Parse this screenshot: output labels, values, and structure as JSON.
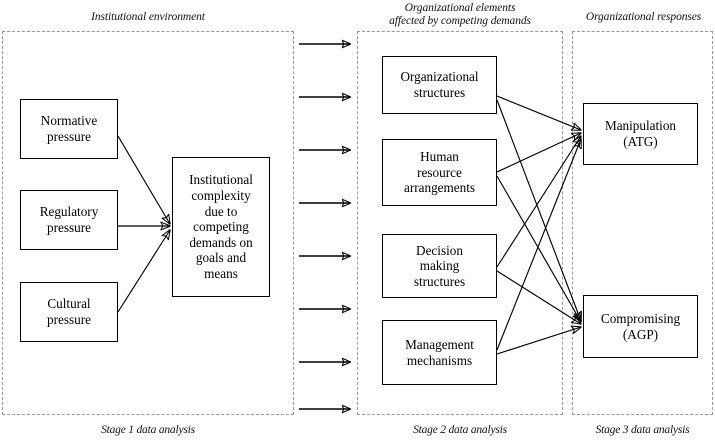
{
  "diagram": {
    "type": "flow-diagram",
    "panels": [
      {
        "id": "institutional-environment",
        "title": "Institutional environment",
        "stage_label": "Stage 1 data analysis"
      },
      {
        "id": "organizational-elements",
        "title": "Organizational elements\naffected by competing demands",
        "stage_label": "Stage 2 data analysis"
      },
      {
        "id": "organizational-responses",
        "title": "Organizational responses",
        "stage_label": "Stage 3 data analysis"
      }
    ],
    "nodes": {
      "normative_pressure": "Normative\npressure",
      "regulatory_pressure": "Regulatory\npressure",
      "cultural_pressure": "Cultural\npressure",
      "institutional_complexity": "Institutional\ncomplexity\ndue to\ncompeting\ndemands on\ngoals and\nmeans",
      "organizational_structures": "Organizational\nstructures",
      "human_resource_arrangements": "Human\nresource\narrangements",
      "decision_making_structures": "Decision\nmaking\nstructures",
      "management_mechanisms": "Management\nmechanisms",
      "manipulation": "Manipulation\n(ATG)",
      "compromising": "Compromising\n(AGP)"
    },
    "colors": {
      "node_border": "#000000",
      "panel_border": "#9a9a9a",
      "link": "#000000",
      "background": "#ffffff"
    }
  }
}
